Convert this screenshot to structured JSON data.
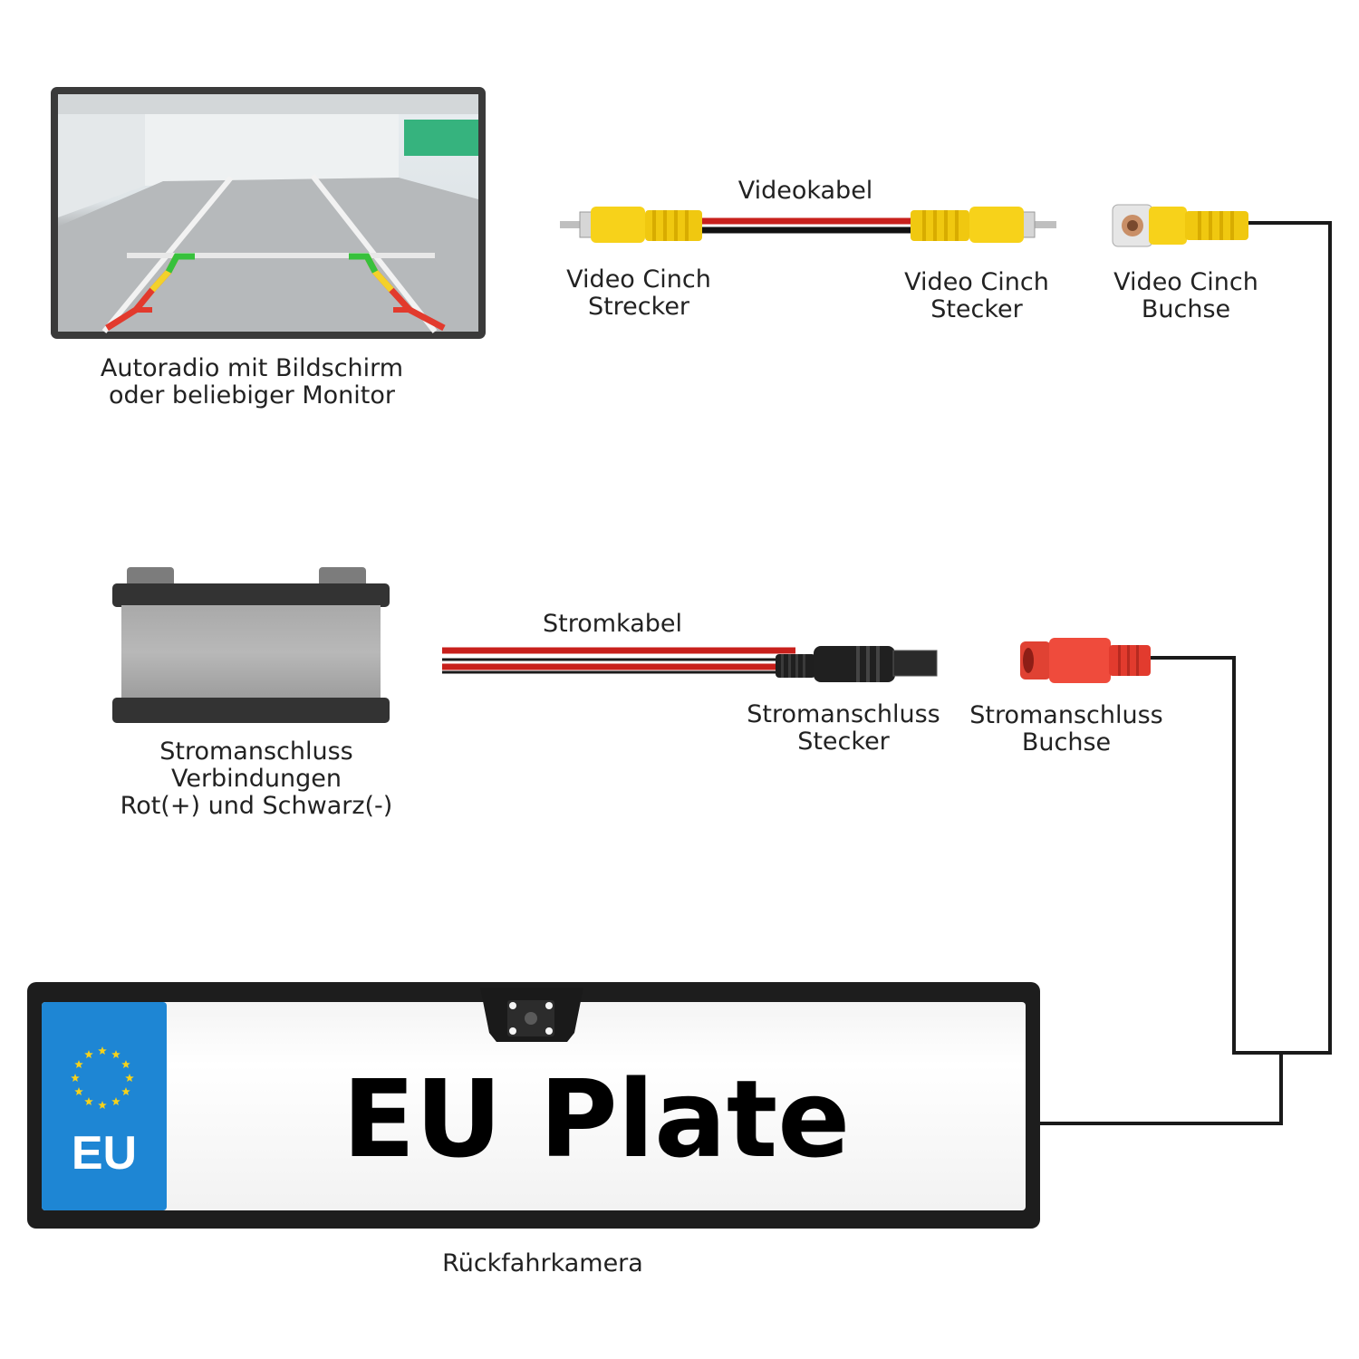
{
  "monitor": {
    "caption": [
      "Autoradio mit Bildschirm",
      "oder beliebiger Monitor"
    ]
  },
  "video_cable": {
    "title": "Videokabel",
    "plug_left_label": [
      "Video Cinch",
      "Strecker"
    ],
    "plug_right_label": [
      "Video Cinch",
      "Stecker"
    ],
    "socket_label": [
      "Video Cinch",
      "Buchse"
    ],
    "plug_color": "#f7d21a",
    "socket_color": "#f7d21a"
  },
  "power_cable": {
    "title": "Stromkabel",
    "plug_label": [
      "Stromanschluss",
      "Stecker"
    ],
    "socket_label": [
      "Stromanschluss",
      "Buchse"
    ],
    "socket_color": "#ef4b3c"
  },
  "battery": {
    "caption": [
      "Stromanschluss",
      "Verbindungen",
      "Rot(+) und Schwarz(-)"
    ]
  },
  "plate": {
    "country_code": "EU",
    "text": "EU Plate",
    "band_color": "#1e86d4"
  },
  "camera": {
    "caption": "Rückfahrkamera"
  }
}
